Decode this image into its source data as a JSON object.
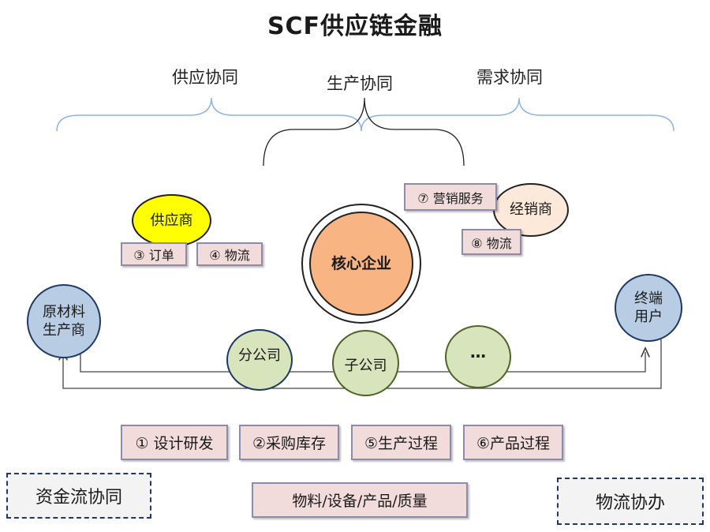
{
  "title": "SCF供应链金融",
  "braces": {
    "supply": "供应协同",
    "production": "生产协同",
    "demand": "需求协同"
  },
  "nodes": {
    "supplier": "供应商",
    "core": "核心企业",
    "dealer": "经销商",
    "raw_material": [
      "原材料",
      "生产商"
    ],
    "end_user": [
      "终端",
      "用户"
    ],
    "branch": "分公司",
    "subsidiary": "子公司",
    "more": "…"
  },
  "tags": {
    "order": "③ 订单",
    "logistics4": "④ 物流",
    "marketing": "⑦ 营销服务",
    "logistics8": "⑧ 物流"
  },
  "steps": [
    "① 设计研发",
    "②采购库存",
    "⑤生产过程",
    "⑥产品过程"
  ],
  "materials": "物料/设备/产品/质量",
  "side": {
    "fund": "资金流协同",
    "logistics": "物流协办"
  },
  "colors": {
    "supplier": "#ffff00",
    "core": "#f8b483",
    "dealer": "#fde9d9",
    "blue_node": "#b8cce4",
    "green_node": "#d7e4bc",
    "tag_fill": "#f2dcdb"
  }
}
